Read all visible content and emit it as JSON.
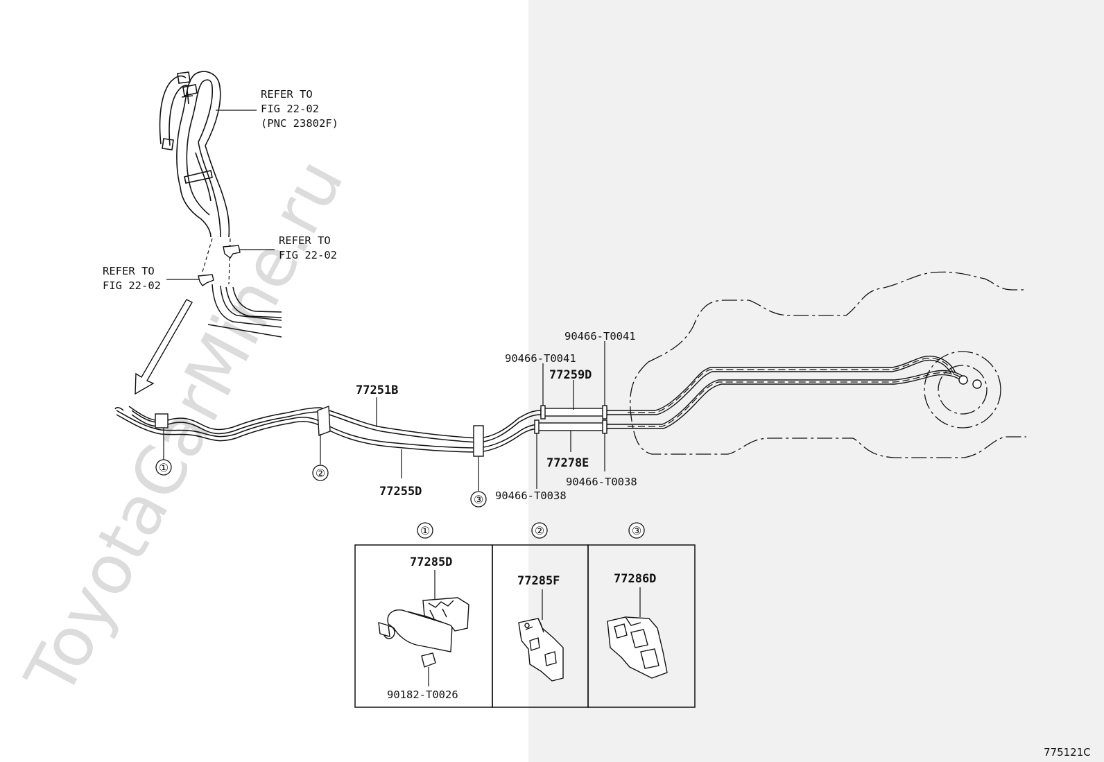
{
  "watermark": "ToyotaCarMine.ru",
  "illustration_id": "775121C",
  "refer_labels": {
    "pnc": [
      "REFER TO",
      "FIG 22-02",
      "(PNC 23802F)"
    ],
    "clip_right": [
      "REFER TO",
      "FIG 22-02"
    ],
    "clip_left": [
      "REFER TO",
      "FIG 22-02"
    ]
  },
  "parts": {
    "tube_upper": "77251B",
    "tube_lower": "77255D",
    "hose_upper": "77259D",
    "hose_lower": "77278E",
    "clamp_upper_left": "90466-T0041",
    "clamp_upper_right": "90466-T0041",
    "clamp_lower_left": "90466-T0038",
    "clamp_lower_right": "90466-T0038"
  },
  "callouts": [
    "①",
    "②",
    "③"
  ],
  "detail_boxes": [
    {
      "number": "①",
      "parts": [
        "77285D",
        "90182-T0026"
      ]
    },
    {
      "number": "②",
      "parts": [
        "77285F"
      ]
    },
    {
      "number": "③",
      "parts": [
        "77286D"
      ]
    }
  ]
}
